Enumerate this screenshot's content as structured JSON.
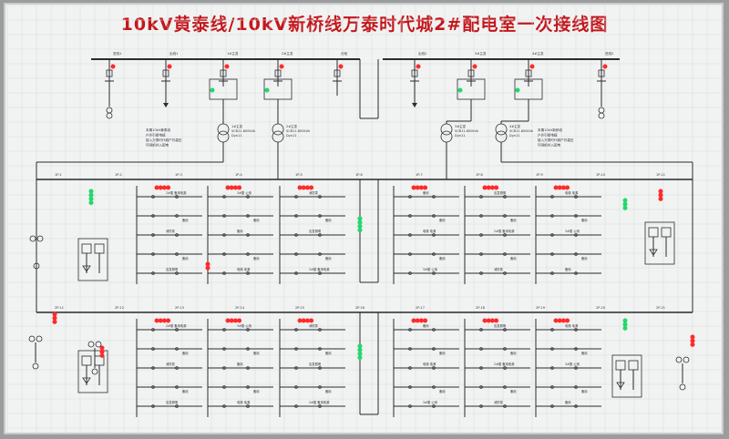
{
  "title": "10kV黄泰线/10kV新桥线万泰时代城2#配电室一次接线图",
  "colors": {
    "board": "#f1f3f2",
    "line": "#2a2a30",
    "title": "#c4161c",
    "led_red": "#ff2a2a",
    "led_green": "#21d86a",
    "grid": "#d9dbda"
  },
  "diagram": {
    "hv_feeders": [
      {
        "label": "进线1"
      },
      {
        "label": "出线1"
      },
      {
        "label": "1#主变"
      },
      {
        "label": "2#主变"
      },
      {
        "label": "分段"
      },
      {
        "label": "出线2"
      },
      {
        "label": "3#主变"
      },
      {
        "label": "4#主变"
      },
      {
        "label": "进线2"
      }
    ],
    "transformers": [
      {
        "label": "1#主变 SCB11-800kVA Dyn11"
      },
      {
        "label": "2#主变 SCB11-800kVA Dyn11"
      },
      {
        "label": "3#主变 SCB11-800kVA Dyn11"
      },
      {
        "label": "4#主变 SCB11-800kVA Dyn11"
      }
    ],
    "notes": [
      "本期10kV黄泰线 户外引接电缆 接入万泰时代城户外高压 环网柜并入配电",
      "本期10kV新桥线 户外引接电缆 接入万泰时代城户外高压 环网柜并入配电"
    ],
    "lv_panels": {
      "upper": [
        "1P-1",
        "1P-2",
        "1P-3",
        "1P-4",
        "1P-5",
        "1P-6",
        "1P-7",
        "1P-8",
        "1P-9",
        "1P-10",
        "1P-11"
      ],
      "lower": [
        "2P-11",
        "2P-12",
        "2P-13",
        "2P-14",
        "2P-15",
        "2P-16",
        "2P-17",
        "2P-18",
        "2P-19",
        "2P-20",
        "2P-21"
      ]
    },
    "feeder_texts": [
      "2#楼 备用电源",
      "3#楼 公用",
      "消防泵",
      "备用",
      "应急照明",
      "电梯 电源"
    ],
    "spare": "备用"
  }
}
